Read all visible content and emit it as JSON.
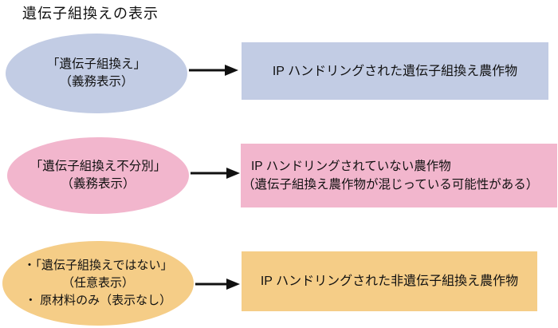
{
  "title": "遺伝子組換えの表示",
  "colors": {
    "blue": "#c2cce4",
    "pink": "#f2b6cd",
    "orange": "#f5cd87",
    "arrow": "#111111"
  },
  "rows": [
    {
      "ellipse_lines": [
        "「遺伝子組換え」",
        "（義務表示）"
      ],
      "box_lines": [
        "IP ハンドリングされた遺伝子組換え農作物"
      ]
    },
    {
      "ellipse_lines": [
        "「遺伝子組換え不分別」",
        "（義務表示）"
      ],
      "box_lines": [
        "IP ハンドリングされていない農作物",
        "（遺伝子組換え農作物が混じっている可能性がある）"
      ]
    },
    {
      "ellipse_lines": [
        "・「遺伝子組換えではない」",
        "（任意表示）",
        "・ 原材料のみ（表示なし）"
      ],
      "box_lines": [
        "IP ハンドリングされた非遺伝子組換え農作物"
      ]
    }
  ]
}
